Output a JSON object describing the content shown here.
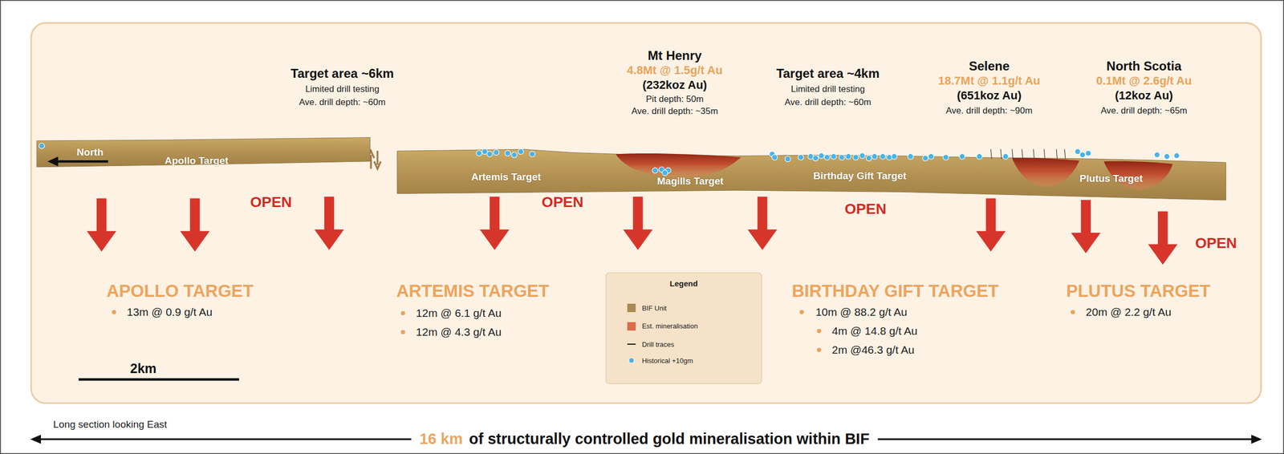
{
  "diagram": {
    "nodes": [
      {
        "text": [
          "North",
          "Apollo Target"
        ]
      },
      {
        "text": [
          "Artemis Target",
          "Magills Target",
          "Birthday Gift Target",
          "Plutus Target"
        ]
      }
    ],
    "labels": [
      "Target area ~6km",
      "Limited drill testing",
      "Ave. drill depth: ~60m",
      "Mt Henry",
      "4.8Mt @ 1.5g/t Au",
      "(232koz Au)",
      "Pit depth: 50m",
      "Ave. drill depth: ~35m",
      "Target area ~4km",
      "Limited drill testing",
      "Ave. drill depth: ~60m",
      "Selene",
      "18.7Mt @ 1.1g/t Au",
      "(651koz Au)",
      "Ave. drill depth: ~90m",
      "North Scotia",
      "0.1Mt @ 2.6g/t Au",
      "(12koz Au)",
      "Ave. drill depth: ~65m",
      "OPEN",
      "OPEN",
      "OPEN",
      "OPEN",
      "APOLLO TARGET",
      "13m @ 0.9 g/t Au",
      "ARTEMIS TARGET",
      "12m @ 6.1 g/t Au",
      "12m @ 4.3 g/t Au",
      "Legend",
      "BIRTHDAY GIFT TARGET",
      "10m @ 88.2 g/t Au",
      "4m @ 14.8 g/t Au",
      "2m @46.3 g/t Au",
      "PLUTUS TARGET",
      "20m @ 2.2 g/t Au",
      "2km",
      "Long section looking East",
      "16 km",
      "of structurally controlled gold mineralisation within BIF"
    ],
    "legend": [
      {
        "text": "BIF Unit",
        "color": "#a88a55"
      },
      {
        "text": "Est. mineralisation",
        "color": "#df6b4a"
      },
      {
        "text": "Drill traces"
      },
      {
        "text": "Historical +10gm"
      }
    ]
  }
}
